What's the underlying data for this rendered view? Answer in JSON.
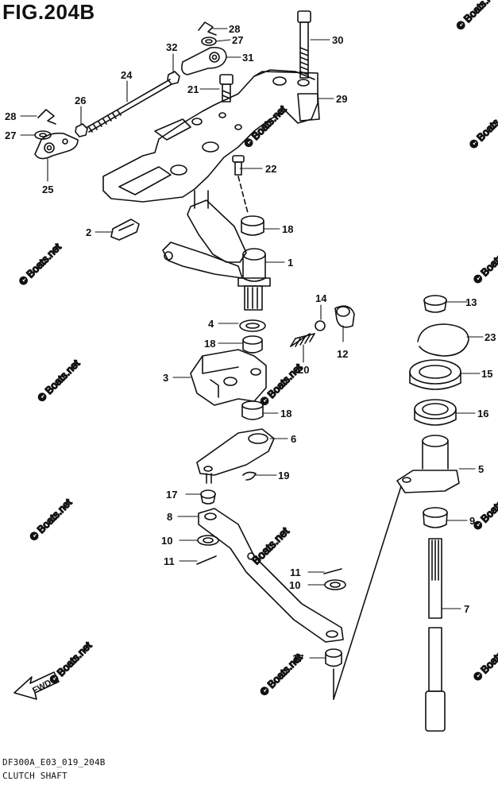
{
  "figure": {
    "title": "FIG.204B",
    "code": "DF300A_E03_019_204B",
    "name": "CLUTCH SHAFT"
  },
  "watermark": "© Boats.net",
  "watermark_large": "Boats.net",
  "direction_label": "FWD",
  "callouts": {
    "c1": "1",
    "c2": "2",
    "c3": "3",
    "c4": "4",
    "c5": "5",
    "c6": "6",
    "c7": "7",
    "c8": "8",
    "c9": "9",
    "c10a": "10",
    "c10b": "10",
    "c11a": "11",
    "c11b": "11",
    "c12": "12",
    "c13": "13",
    "c14": "14",
    "c15": "15",
    "c16": "16",
    "c17a": "17",
    "c17b": "17",
    "c18a": "18",
    "c18b": "18",
    "c18c": "18",
    "c19": "19",
    "c20": "20",
    "c21": "21",
    "c22": "22",
    "c23": "23",
    "c24": "24",
    "c25": "25",
    "c26": "26",
    "c27a": "27",
    "c27b": "27",
    "c28a": "28",
    "c28b": "28",
    "c29": "29",
    "c30": "30",
    "c31": "31",
    "c32": "32"
  },
  "colors": {
    "line": "#111111",
    "watermark": "#c8c8c8",
    "background": "#ffffff"
  }
}
